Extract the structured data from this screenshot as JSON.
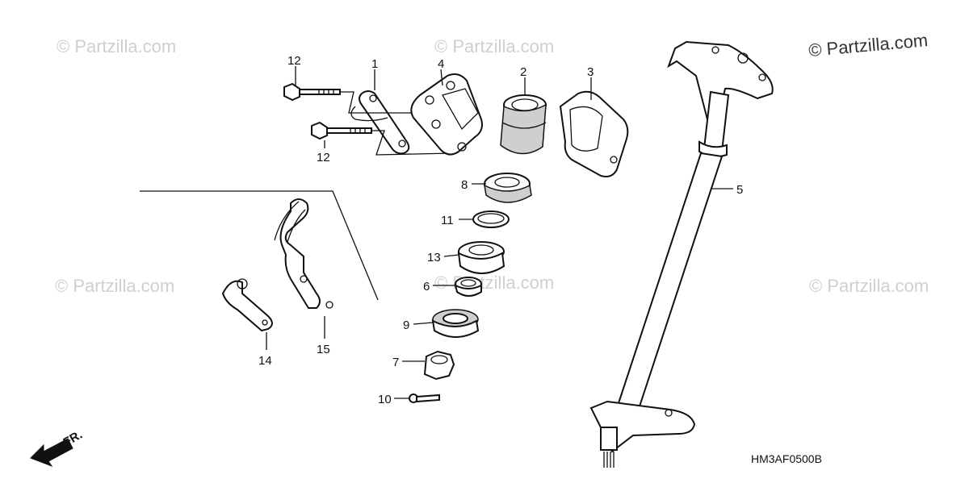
{
  "watermarks": {
    "corner": "© Partzilla.com",
    "repeated": "© Partzilla.com"
  },
  "diagram_code": "HM3AF0500B",
  "front_indicator": "FR.",
  "callouts": {
    "c1": "1",
    "c2": "2",
    "c3": "3",
    "c4": "4",
    "c5": "5",
    "c6": "6",
    "c7": "7",
    "c8": "8",
    "c9": "9",
    "c10": "10",
    "c11": "11",
    "c12a": "12",
    "c12b": "12",
    "c13": "13",
    "c14": "14",
    "c15": "15"
  }
}
